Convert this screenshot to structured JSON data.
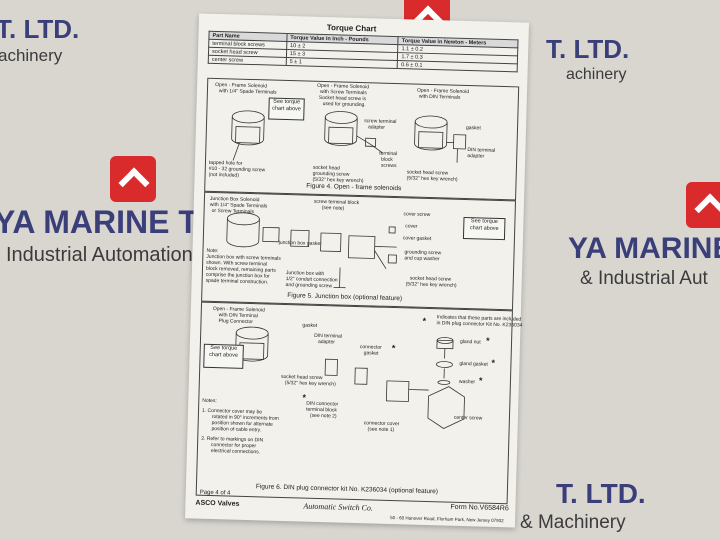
{
  "watermarks": [
    {
      "text": "T. LTD.",
      "kind": "brand"
    },
    {
      "text": "achinery",
      "kind": "sub"
    },
    {
      "text": "T. LTD.",
      "kind": "brand"
    },
    {
      "text": "achinery",
      "kind": "sub"
    },
    {
      "text": "YA MARINE TECH",
      "kind": "brand"
    },
    {
      "text": "Industrial Automation",
      "kind": "sub"
    },
    {
      "text": "YA MARINE",
      "kind": "brand"
    },
    {
      "text": "& Industrial Aut",
      "kind": "sub"
    },
    {
      "text": "T. LTD.",
      "kind": "brand"
    },
    {
      "text": "& Machinery",
      "kind": "sub"
    }
  ],
  "sheet": {
    "title": "Torque Chart",
    "table": {
      "headers": [
        "Part Name",
        "Torque Value in Inch - Pounds",
        "Torque Value in Newton - Meters"
      ],
      "rows": [
        [
          "terminal block screws",
          "10 ± 2",
          "1.1 ± 0.2"
        ],
        [
          "socket head screw",
          "15 ± 3",
          "1.7 ± 0.3"
        ],
        [
          "center screw",
          "5 ± 1",
          "0.6 ± 0.1"
        ]
      ]
    },
    "fig4": {
      "labels": {
        "a1": "Open - Frame Solenoid",
        "a2": "with 1/4\" Spade Terminals",
        "b1": "Open - Frame Solenoid",
        "b2": "with Screw Terminals",
        "b3": "Socket head screw is",
        "b4": "used for grounding.",
        "c1": "Open - Frame Solenoid",
        "c2": "with DIN Terminals",
        "see1": "See torque chart above",
        "tapped1": "tapped hole for",
        "tapped2": "#10 - 32 grounding screw",
        "tapped3": "(not included)",
        "adapter1": "screw terminal",
        "adapter2": "adapter",
        "tblock1": "terminal",
        "tblock2": "block",
        "tblock3": "screws",
        "sock1": "socket head",
        "sock2": "grounding screw",
        "sock3": "(5/32\" hex key wrench)",
        "gasket": "gasket",
        "din1": "DIN terminal",
        "din2": "adapter",
        "sock4": "socket head screw",
        "sock5": "(5/32\" hex key wrench)"
      },
      "caption": "Figure 4.  Open - frame solenoids"
    },
    "fig5": {
      "labels": {
        "jb1": "Junction Box Solenoid",
        "jb2": "with 1/4\" Spade Terminals",
        "jb3": "or Screw Terminals",
        "stb1": "screw terminal block",
        "stb2": "(see note)",
        "cscrew": "cover screw",
        "cover": "cover",
        "cgasket": "cover gasket",
        "jbgasket": "junction box gasket",
        "gscrew1": "grounding screw",
        "gscrew2": "and cup washer",
        "note1": "Note:",
        "note2": "Junction box with screw terminals",
        "note3": "shown. With screw terminal",
        "note4": "block removed, remaining parts",
        "note5": "comprise the junction box for",
        "note6": "spade terminal construction.",
        "jbw1": "Junction box with",
        "jbw2": "1/2\" conduit connection",
        "jbw3": "and grounding screw",
        "sh1": "socket head screw",
        "sh2": "(5/32\" hex key wrench)",
        "see2": "See torque chart above"
      },
      "caption": "Figure 5.  Junction box (optional feature)"
    },
    "fig6": {
      "labels": {
        "of1": "Open - Frame Solenoid",
        "of2": "with DIN Terminal",
        "of3": "Plug Connector",
        "see3": "See torque chart above",
        "gasket": "gasket",
        "din1": "DIN terminal",
        "din2": "adapter",
        "cgasket1": "connector",
        "cgasket2": "gasket",
        "indicates1": "Indicates that these parts are included",
        "indicates2": "in DIN plug connector Kit No. K236034",
        "gnut": "gland nut",
        "ggasket": "gland gasket",
        "washer": "washer",
        "sh1": "socket head screw",
        "sh2": "(5/32\" hex key wrench)",
        "dtb1": "DIN connector",
        "dtb2": "terminal block",
        "dtb3": "(see note 2)",
        "ccover1": "connector cover",
        "ccover2": "(see note 1)",
        "cscrew": "center screw",
        "notes": "Notes:",
        "n1a": "1.  Connector cover may be",
        "n1b": "rotated in 90° increments from",
        "n1c": "position shown for alternate",
        "n1d": "position of cable entry.",
        "n2a": "2.  Refer to markings on DIN",
        "n2b": "connector for proper",
        "n2c": "electrical connections."
      },
      "caption": "Figure 6.  DIN plug connector kit No. K236034 (optional feature)"
    },
    "footer": {
      "page": "Page 4 of 4",
      "brand": "ASCO Valves",
      "company": "Automatic Switch Co.",
      "form": "Form No.V6584R6",
      "address": "50 - 60 Hanover Road, Florham Park, New Jersey 07932"
    }
  }
}
